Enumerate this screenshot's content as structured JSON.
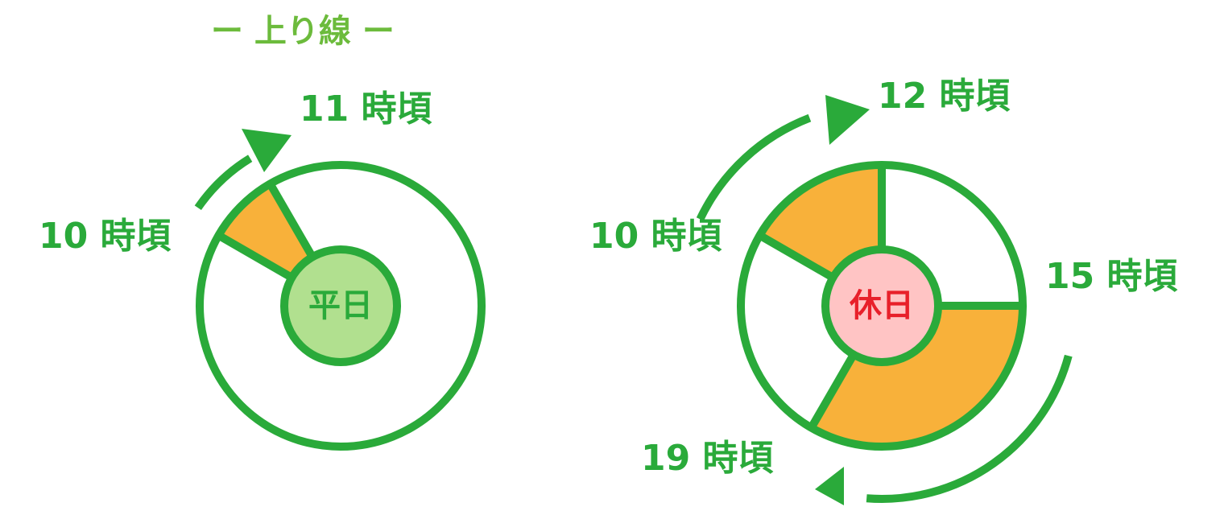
{
  "title": "ー 上り線 ー",
  "colors": {
    "ring": "#2aaa3a",
    "busy": "#f8b13a",
    "weekday_center": "#b1e08f",
    "holiday_center": "#ffc4c4",
    "holiday_text": "#e8202a",
    "title": "#6cbb3c"
  },
  "chart_data": {
    "type": "clock-diagram",
    "title": "ー 上り線 ー",
    "dials": [
      {
        "name": "weekday",
        "center_label": "平日",
        "busy_ranges": [
          [
            10,
            11
          ]
        ],
        "dividers": [
          10,
          11
        ],
        "labels": [
          "10 時頃",
          "11 時頃"
        ]
      },
      {
        "name": "holiday",
        "center_label": "休日",
        "busy_ranges": [
          [
            10,
            12
          ],
          [
            15,
            19
          ]
        ],
        "dividers": [
          10,
          12,
          15,
          19
        ],
        "labels": [
          "10 時頃",
          "12 時頃",
          "15 時頃",
          "19 時頃"
        ]
      }
    ]
  }
}
